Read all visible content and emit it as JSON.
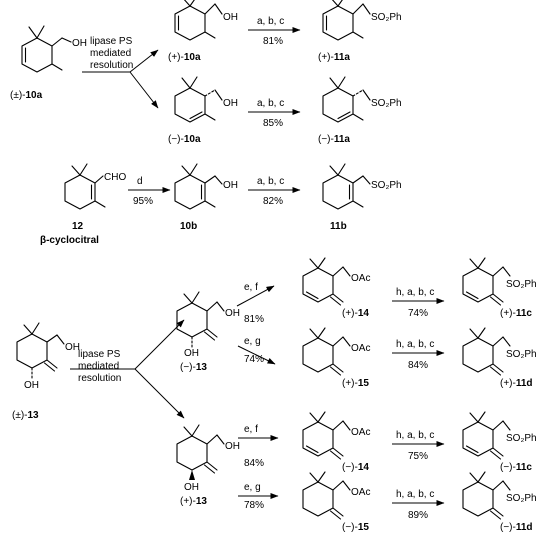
{
  "reagents": {
    "abc": "a, b, c",
    "d": "d",
    "ef": "e, f",
    "eg": "e, g",
    "habc": "h, a, b, c"
  },
  "resolution": [
    "lipase PS",
    "mediated",
    "resolution"
  ],
  "groups": {
    "oh": "OH",
    "so2ph": "SO₂Ph",
    "oac": "OAc",
    "cho": "CHO"
  },
  "yields": {
    "top_abc_plus": "81%",
    "top_abc_minus": "85%",
    "d": "95%",
    "abc_10b": "82%",
    "ef_minus": "81%",
    "eg_minus": "74%",
    "h_minus14": "74%",
    "h_minus15": "84%",
    "ef_plus": "84%",
    "eg_plus": "78%",
    "h_plus14": "75%",
    "h_plus15": "89%"
  },
  "compounds": {
    "rac10a": {
      "prefix": "(±)-",
      "num": "10a"
    },
    "plus10a": {
      "prefix": "(+)-",
      "num": "10a"
    },
    "minus10a": {
      "prefix": "(−)-",
      "num": "10a"
    },
    "plus11a": {
      "prefix": "(+)-",
      "num": "11a"
    },
    "minus11a": {
      "prefix": "(−)-",
      "num": "11a"
    },
    "c12": {
      "prefix": "",
      "num": "12"
    },
    "c12name": "β-cyclocitral",
    "c10b": {
      "prefix": "",
      "num": "10b"
    },
    "c11b": {
      "prefix": "",
      "num": "11b"
    },
    "rac13": {
      "prefix": "(±)-",
      "num": "13"
    },
    "minus13": {
      "prefix": "(−)-",
      "num": "13"
    },
    "plus13": {
      "prefix": "(+)-",
      "num": "13"
    },
    "plus14": {
      "prefix": "(+)-",
      "num": "14"
    },
    "plus15": {
      "prefix": "(+)-",
      "num": "15"
    },
    "minus14": {
      "prefix": "(−)-",
      "num": "14"
    },
    "minus15": {
      "prefix": "(−)-",
      "num": "15"
    },
    "plus11c": {
      "prefix": "(+)-",
      "num": "11c"
    },
    "plus11d": {
      "prefix": "(+)-",
      "num": "11d"
    },
    "minus11c": {
      "prefix": "(−)-",
      "num": "11c"
    },
    "minus11d": {
      "prefix": "(−)-",
      "num": "11d"
    }
  }
}
